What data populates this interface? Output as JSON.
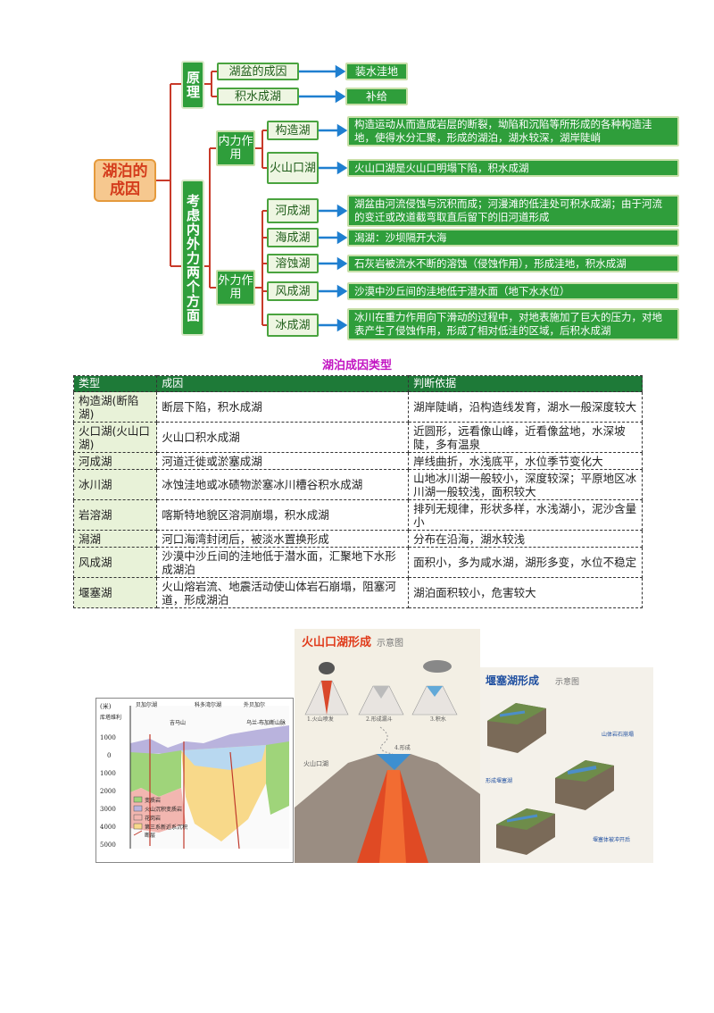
{
  "mindmap": {
    "root": "湖泊的成因",
    "branch_principle": "原理",
    "branch_factors": "考虑内外力两个方面",
    "principle": [
      {
        "cause": "湖盆的成因",
        "result": "装水洼地"
      },
      {
        "cause": "积水成湖",
        "result": "补给"
      }
    ],
    "internal": {
      "label": "内力作用",
      "items": [
        {
          "name": "构造湖",
          "desc": "构造运动从而造成岩层的断裂，坳陷和沉陷等所形成的各种构造洼地，使得水分汇聚，形成的湖泊，湖水较深，湖岸陡峭"
        },
        {
          "name": "火山口湖",
          "desc": "火山口湖是火山口明塌下陷，积水成湖"
        }
      ]
    },
    "external": {
      "label": "外力作用",
      "items": [
        {
          "name": "河成湖",
          "desc": "湖盆由河流侵蚀与沉积而成；河漫滩的低洼处可积水成湖；由于河流的变迁或改道截弯取直后留下的旧河道形成"
        },
        {
          "name": "海成湖",
          "desc": "潟湖：沙坝隔开大海"
        },
        {
          "name": "溶蚀湖",
          "desc": "石灰岩被流水不断的溶蚀（侵蚀作用），形成洼地，积水成湖"
        },
        {
          "name": "风成湖",
          "desc": "沙漠中沙丘间的洼地低于潜水面（地下水水位）"
        },
        {
          "name": "冰成湖",
          "desc": "冰川在重力作用向下滑动的过程中，对地表施加了巨大的压力，对地表产生了侵蚀作用，形成了相对低洼的区域，后积水成湖"
        }
      ]
    }
  },
  "table": {
    "caption": "湖泊成因类型",
    "headers": [
      "类型",
      "成因",
      "判断依据"
    ],
    "rows": [
      [
        "构造湖(断陷湖)",
        "断层下陷，积水成湖",
        "湖岸陡峭，沿构造线发育，湖水一般深度较大"
      ],
      [
        "火口湖(火山口湖)",
        "火山口积水成湖",
        "近圆形，远看像山峰，近看像盆地，水深坡陡，多有温泉"
      ],
      [
        "河成湖",
        "河道迁徙或淤塞成湖",
        "岸线曲折，水浅底平，水位季节变化大"
      ],
      [
        "冰川湖",
        "冰蚀洼地或冰碛物淤塞冰川槽谷积水成湖",
        "山地冰川湖一般较小，深度较深；平原地区冰川湖一般较浅，面积较大"
      ],
      [
        "岩溶湖",
        "喀斯特地貌区溶洞崩塌，积水成湖",
        "排列无规律，形状多样，水浅湖小，泥沙含量小"
      ],
      [
        "潟湖",
        "河口海湾封闭后，被淡水置换形成",
        "分布在沿海，湖水较浅"
      ],
      [
        "风成湖",
        "沙漠中沙丘间的洼地低于潜水面，汇聚地下水形成湖泊",
        "面积小，多为咸水湖，湖形多变，水位不稳定"
      ],
      [
        "堰塞湖",
        "火山熔岩流、地震活动使山体岩石崩塌，阻塞河道，形成湖泊",
        "湖泊面积较小，危害较大"
      ]
    ]
  },
  "figures": {
    "baikal": {
      "top_labels": [
        "贝加尔湖",
        "科多湾尔湖",
        "外贝加尔",
        "库塔维利",
        "乌兰-布加断山脉",
        "吉马山"
      ],
      "depth_unit": "(米)",
      "depths": [
        "1000",
        "0",
        "1000",
        "2000",
        "3000",
        "4000",
        "5000"
      ],
      "legend": [
        "变质岩",
        "火山沉积变质岩",
        "花岗岩",
        "第三系新近系沉积",
        "断层"
      ]
    },
    "volcano": {
      "title": "火山口湖形成",
      "title_suffix": "示意图",
      "steps": [
        "1.火山喷发",
        "2.形成漏斗",
        "3.积水",
        "4.形成"
      ],
      "side_label": "火山口湖"
    },
    "barrier": {
      "title": "堰塞湖形成",
      "title_suffix": "示意图",
      "captions": [
        "山体岩石崩塌",
        "形成堰塞湖",
        "堰塞体被冲开后"
      ]
    }
  }
}
